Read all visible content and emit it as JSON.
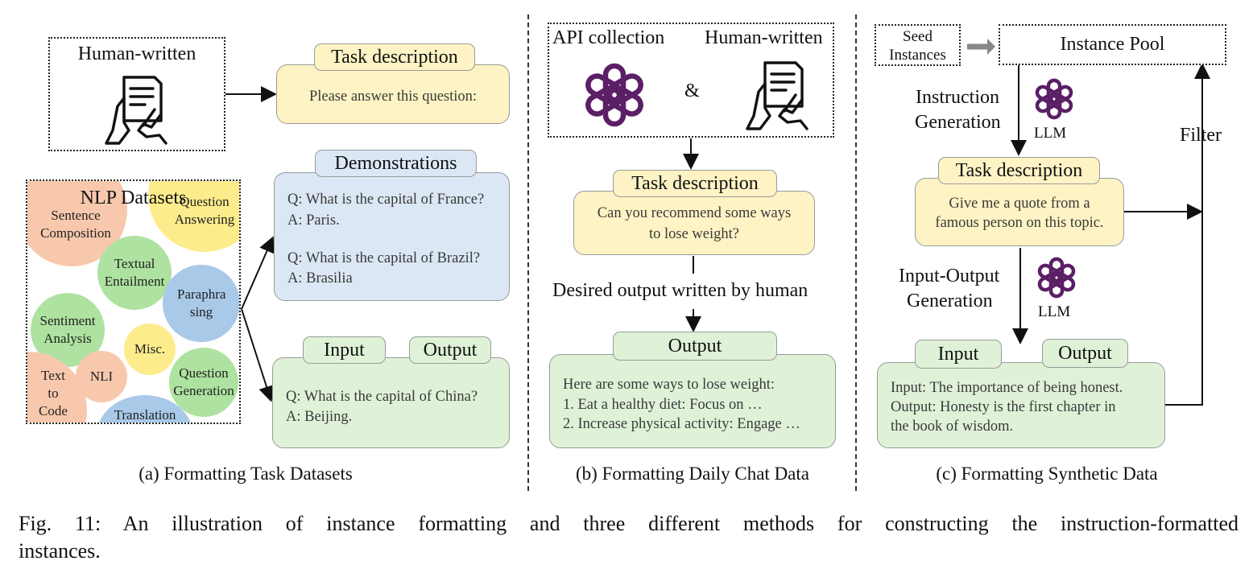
{
  "panel_a": {
    "human_written": "Human-written",
    "task_description_tab": "Task description",
    "task_description_text": "Please answer this question:",
    "nlp_datasets": "NLP  Datasets",
    "datasets": {
      "sentence_composition": "Sentence Composition",
      "question_answering": "Question Answering",
      "textual_entailment": "Textual Entailment",
      "paraphrasing": "Paraphra sing",
      "sentiment_analysis": "Sentiment Analysis",
      "misc": "Misc.",
      "text_to_code": "Text to Code",
      "nli": "NLI",
      "question_generation": "Question Generation",
      "translation": "Translation"
    },
    "demonstrations_tab": "Demonstrations",
    "demo_q1": "Q: What is the capital of France?",
    "demo_a1": "A: Paris.",
    "demo_q2": "Q: What is the capital of Brazil?",
    "demo_a2": "A: Brasilia",
    "input_tab": "Input",
    "output_tab": "Output",
    "io_q": "Q: What is the capital of China?",
    "io_a": "A: Beijing.",
    "caption": "(a) Formatting Task Datasets"
  },
  "panel_b": {
    "api_collection": "API collection",
    "ampersand": "&",
    "human_written": "Human-written",
    "task_description_tab": "Task description",
    "task_description_text_1": "Can you recommend some ways",
    "task_description_text_2": "to lose weight?",
    "desired_output": "Desired output written by human",
    "output_tab": "Output",
    "output_line_1": "Here are some ways to lose weight:",
    "output_line_2": "1. Eat a healthy diet: Focus on …",
    "output_line_3": "2. Increase physical activity: Engage …",
    "caption": "(b) Formatting Daily Chat Data"
  },
  "panel_c": {
    "seed_instances_1": "Seed",
    "seed_instances_2": "Instances",
    "instance_pool": "Instance Pool",
    "instruction_generation_1": "Instruction",
    "instruction_generation_2": "Generation",
    "llm_1": "LLM",
    "filter": "Filter",
    "task_description_tab": "Task description",
    "task_description_text_1": "Give me a quote from a",
    "task_description_text_2": "famous person on this topic.",
    "io_generation_1": "Input-Output",
    "io_generation_2": "Generation",
    "llm_2": "LLM",
    "input_tab": "Input",
    "output_tab": "Output",
    "io_line_1": "Input: The importance of being honest.",
    "io_line_2": "Output: Honesty is the first chapter in",
    "io_line_3": "the book of wisdom.",
    "caption": "(c) Formatting Synthetic Data"
  },
  "figure_caption_1": "Fig. 11: An illustration of instance formatting and three different methods for constructing the instruction-formatted",
  "figure_caption_2": "instances.",
  "colors": {
    "task_yellow": "#fdf3c4",
    "demo_blue": "#dbe7f4",
    "io_green": "#dff2d8",
    "openai_purple": "#5b1f66"
  },
  "icons": {
    "human_written": "hand-writing-document-icon",
    "llm": "openai-logo-icon"
  }
}
